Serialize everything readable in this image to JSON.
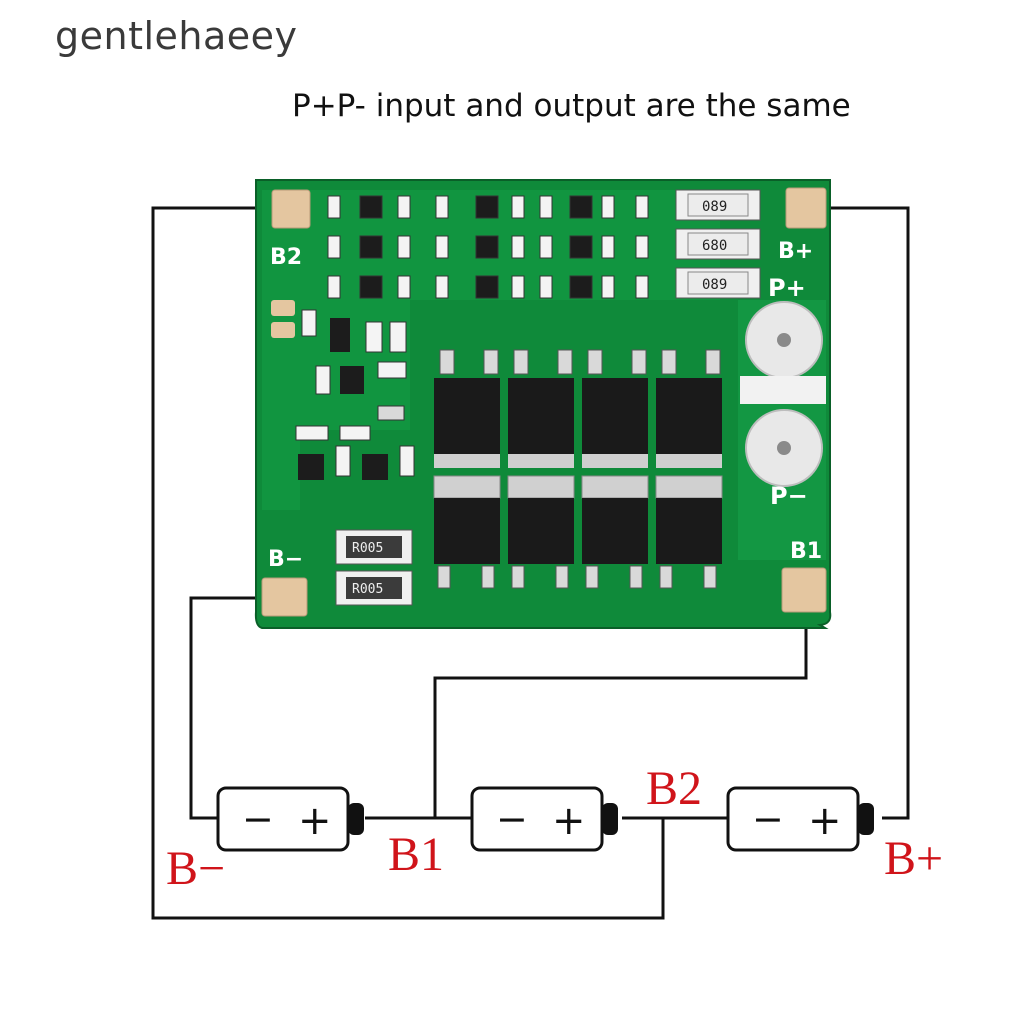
{
  "watermark": "gentlehaeey",
  "headline": "P+P- input and output are the same",
  "pcb": {
    "pad_labels": {
      "b2": "B2",
      "b_plus": "B+",
      "p_plus": "P+",
      "p_minus": "P−",
      "b_minus": "B−",
      "b1": "B1"
    },
    "resistor_codes": [
      "089",
      "680",
      "089"
    ],
    "shunt_codes": [
      "R005",
      "R005"
    ]
  },
  "circuit": {
    "node_labels": {
      "b_minus": "B−",
      "b1": "B1",
      "b2": "B2",
      "b_plus": "B+"
    },
    "battery_signs": {
      "minus": "−",
      "plus": "+"
    },
    "battery_count": 3
  },
  "colors": {
    "pcb_green": "#0f8a3a",
    "pad_copper": "#e4c6a0",
    "label_red": "#d0141a"
  }
}
